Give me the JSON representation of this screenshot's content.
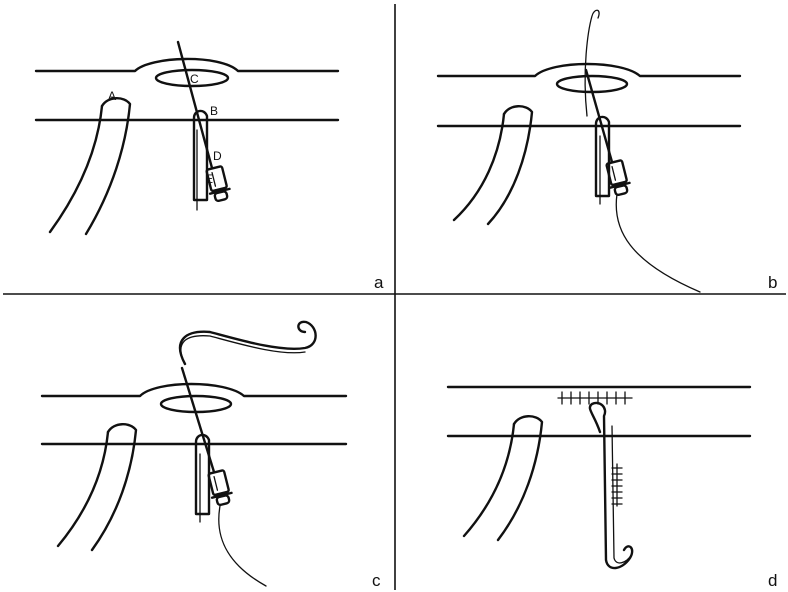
{
  "panels": [
    {
      "id": "a",
      "label": "a",
      "point_labels": [
        "A",
        "B",
        "C",
        "D",
        "E"
      ]
    },
    {
      "id": "b",
      "label": "b"
    },
    {
      "id": "c",
      "label": "c"
    },
    {
      "id": "d",
      "label": "d"
    }
  ]
}
